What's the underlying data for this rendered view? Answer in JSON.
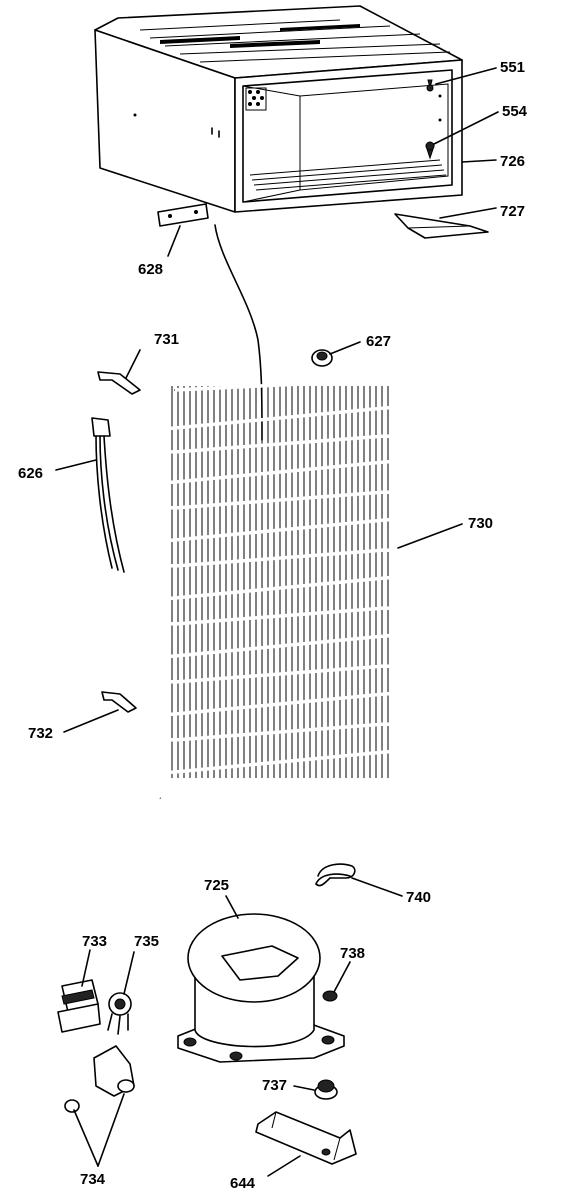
{
  "labels": {
    "p551": "551",
    "p554": "554",
    "p726": "726",
    "p727": "727",
    "p628": "628",
    "p731": "731",
    "p627": "627",
    "p626": "626",
    "p730": "730",
    "p732": "732",
    "p725": "725",
    "p740": "740",
    "p733": "733",
    "p735": "735",
    "p738": "738",
    "p737": "737",
    "p734": "734",
    "p644": "644"
  }
}
